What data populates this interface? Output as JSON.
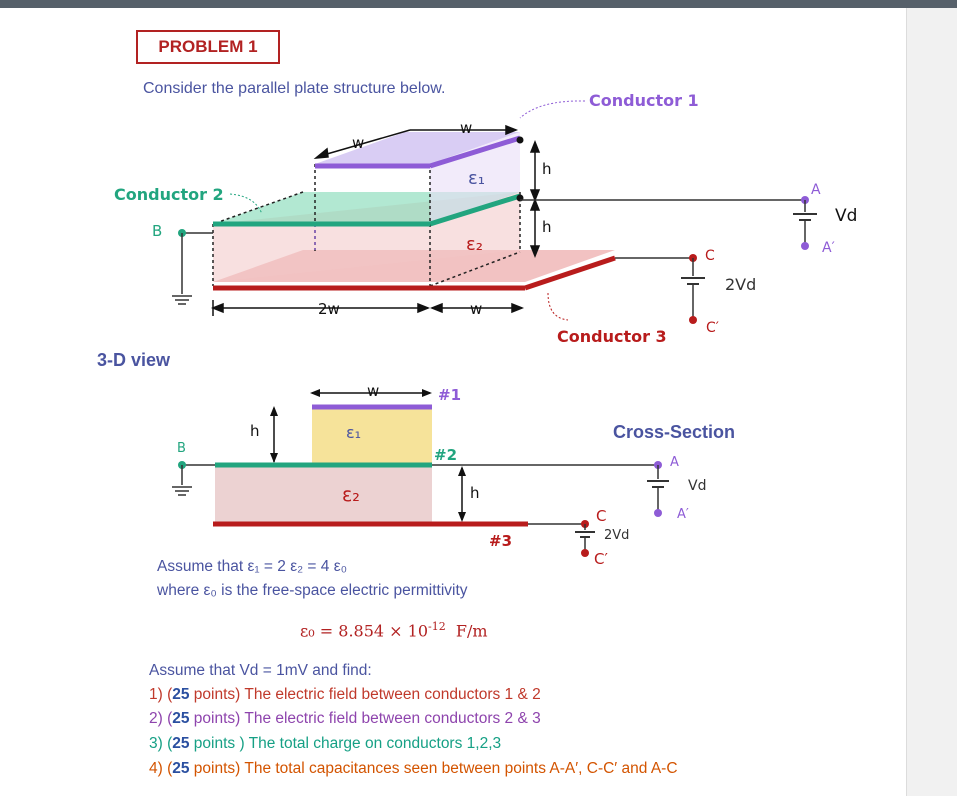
{
  "problem": {
    "title": "PROBLEM 1",
    "intro": "Consider the parallel plate structure below."
  },
  "labels": {
    "conductor1": "Conductor 1",
    "conductor2": "Conductor 2",
    "conductor3": "Conductor 3",
    "view3d": "3-D view",
    "cross_section": "Cross-Section",
    "dim_w": "w",
    "dim_2w": "2w",
    "dim_h": "h",
    "eps1": "ε₁",
    "eps2": "ε₂",
    "node_A": "A",
    "node_A_prime": "A′",
    "node_B": "B",
    "node_C": "C",
    "node_C_prime": "C′",
    "src_vd": "Vd",
    "src_2vd": "2Vd",
    "tag1": "#1",
    "tag2": "#2",
    "tag3": "#3"
  },
  "assume": {
    "relation": "Assume that  ε₁ = 2 ε₂ = 4 ε₀",
    "where": "where  ε₀ is the free-space electric permittivity",
    "eps0_base": "ε₀ = 8.854 × 10",
    "eps0_exp": "-12",
    "eps0_unit": "F/m"
  },
  "find": {
    "intro": "Assume that Vd = 1mV and find:",
    "questions": [
      {
        "prefix": "1) (",
        "points": "25",
        "suffix": " points) The electric field between conductors 1 & 2",
        "color": "#c0392b"
      },
      {
        "prefix": "2) (",
        "points": "25",
        "suffix": " points) The electric field between conductors 2 & 3",
        "color": "#8e44ad"
      },
      {
        "prefix": "3) (",
        "points": "25",
        "suffix": " points ) The total charge on conductors 1,2,3",
        "color": "#16a085"
      },
      {
        "prefix": "4) (",
        "points": "25",
        "suffix": " points) The total capacitances seen between points A-A′, C-C′ and A-C",
        "color": "#d35400"
      }
    ]
  },
  "colors": {
    "conductor1": "#8e5cd6",
    "conductor2": "#22a57f",
    "conductor3": "#b81c1c",
    "text_blue": "#4a54a0",
    "problem_red": "#b22222"
  }
}
